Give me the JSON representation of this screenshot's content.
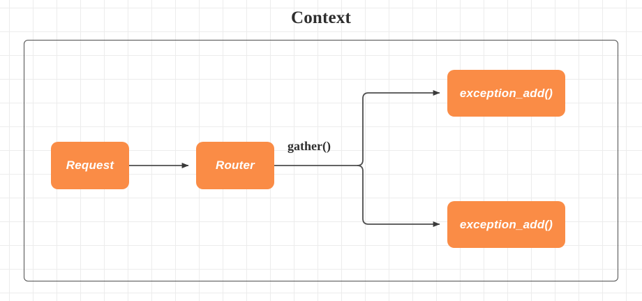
{
  "diagram": {
    "title": "Context",
    "container": {
      "name": "context-boundary"
    },
    "nodes": [
      {
        "id": "request",
        "label": "Request",
        "color": "#fa8c46"
      },
      {
        "id": "router",
        "label": "Router",
        "color": "#fa8c46"
      },
      {
        "id": "exc_top",
        "label": "exception_add()",
        "color": "#fa8c46"
      },
      {
        "id": "exc_bot",
        "label": "exception_add()",
        "color": "#fa8c46"
      }
    ],
    "edges": [
      {
        "from": "request",
        "to": "router",
        "label": ""
      },
      {
        "from": "router",
        "to": "exc_top",
        "label": "gather()"
      },
      {
        "from": "router",
        "to": "exc_bot",
        "label": ""
      }
    ],
    "edge_labels": [
      {
        "id": "gather",
        "text": "gather()"
      }
    ],
    "colors": {
      "node_fill": "#fa8c46",
      "node_text": "#ffffff",
      "edge_stroke": "#4d4d4d",
      "border": "#4d4d4d",
      "title_text": "#2e2e2e",
      "grid_line": "#ececec",
      "background": "#ffffff"
    }
  }
}
